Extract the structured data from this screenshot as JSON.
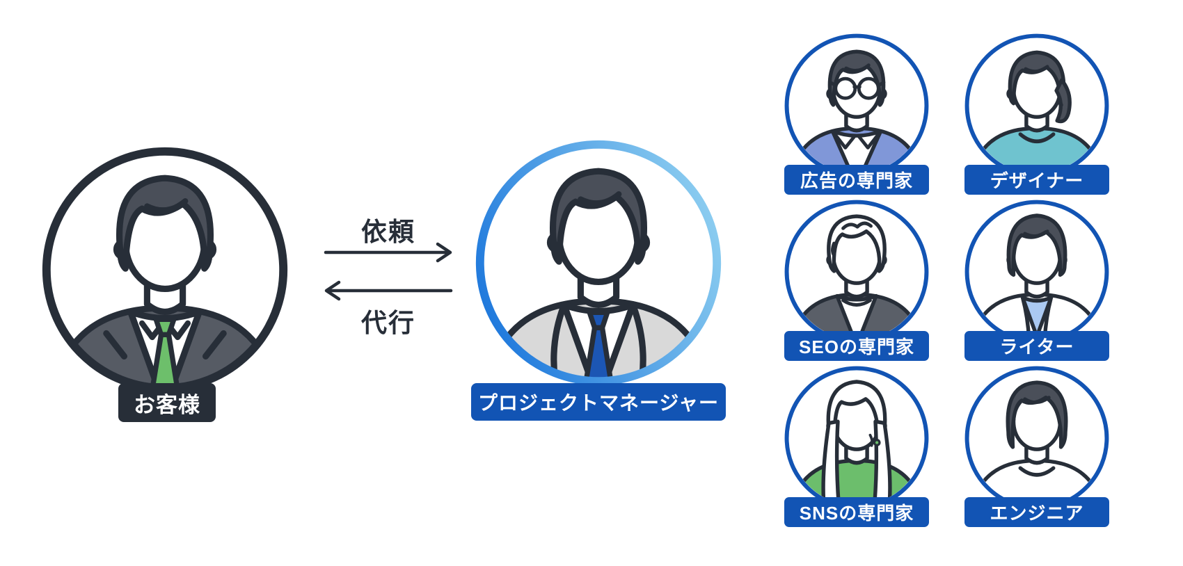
{
  "diagram": {
    "customer": {
      "label": "お客様"
    },
    "flow": {
      "request": "依頼",
      "delegate": "代行"
    },
    "manager": {
      "label": "プロジェクトマネージャー"
    },
    "specialists": [
      {
        "id": "ad",
        "label": "広告の専門家"
      },
      {
        "id": "designer",
        "label": "デザイナー"
      },
      {
        "id": "seo",
        "label": "SEOの専門家"
      },
      {
        "id": "writer",
        "label": "ライター"
      },
      {
        "id": "sns",
        "label": "SNSの専門家"
      },
      {
        "id": "engineer",
        "label": "エンジニア"
      }
    ]
  },
  "colors": {
    "outline": "#272e38",
    "badge-dark": "#272e38",
    "badge-blue": "#1254b4",
    "ring-blue": "#1254b4",
    "pm-grad-a": "#1e78dc",
    "pm-grad-b": "#8ccdf0",
    "green": "#6dbf6b",
    "suit-gray": "#565b64",
    "jacket-light": "#d9d9d9",
    "tie-blue": "#1c56b4",
    "ad-blue": "#8097d8",
    "teal": "#6fc3cf",
    "seo-dark": "#5a5f68",
    "writer-blue": "#aac9f2",
    "sns-green": "#6cbe6c",
    "hair": "#4a4f59"
  }
}
